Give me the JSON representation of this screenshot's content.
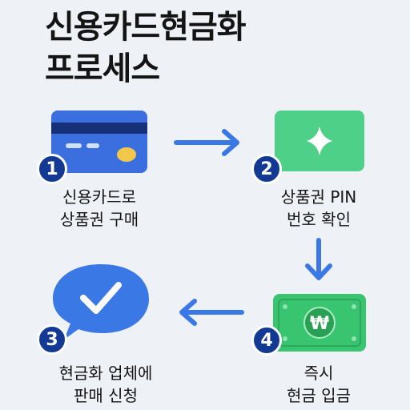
{
  "title": {
    "line1": "신용카드현금화",
    "line2": "프로세스"
  },
  "steps": [
    {
      "number": "1",
      "line1": "신용카드로",
      "line2": "상품권 구매",
      "icon": "credit-card-icon"
    },
    {
      "number": "2",
      "line1": "상품권 PIN",
      "line2": "번호 확인",
      "icon": "sparkle-voucher-icon"
    },
    {
      "number": "4",
      "line1": "즉시",
      "line2": "현금 입금",
      "icon": "won-banknote-icon",
      "symbol": "₩"
    },
    {
      "number": "3",
      "line1": "현금화 업체에",
      "line2": "판매 신청",
      "icon": "chat-check-icon"
    }
  ],
  "colors": {
    "badge": "#123a94",
    "card": "#3b6fe0",
    "voucher": "#4fd088",
    "banknote": "#39c470",
    "chat": "#3a78e6",
    "arrow": "#3a78e6"
  }
}
